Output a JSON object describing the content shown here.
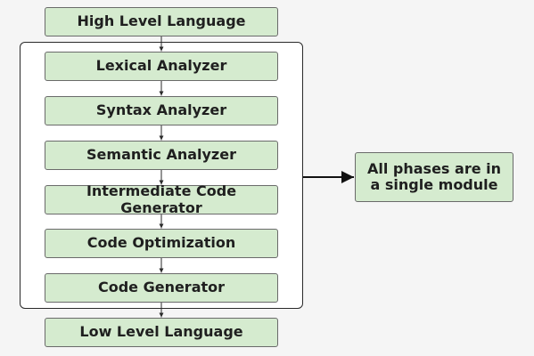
{
  "diagram": {
    "top_label": "High Level Language",
    "phases": [
      "Lexical Analyzer",
      "Syntax Analyzer",
      "Semantic Analyzer",
      "Intermediate Code Generator",
      "Code Optimization",
      "Code Generator"
    ],
    "bottom_label": "Low Level Language",
    "note_label": "All phases are in a single module",
    "colors": {
      "box_fill": "#d5ebcf",
      "box_border": "#6a6a6a",
      "group_border": "#2a2a2a",
      "background": "#f5f5f5"
    }
  }
}
